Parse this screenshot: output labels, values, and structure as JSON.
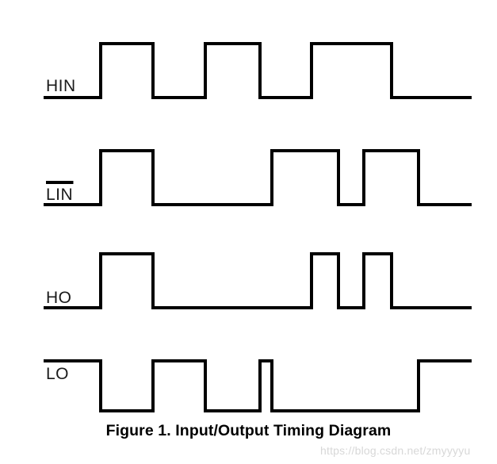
{
  "figure": {
    "caption": "Figure 1. Input/Output Timing Diagram",
    "watermark": "https://blog.csdn.net/zmyyyyu"
  },
  "chart_data": {
    "type": "line",
    "title": "Figure 1. Input/Output Timing Diagram",
    "xlabel": "",
    "ylabel": "",
    "grid": false,
    "legend_position": "left-inline-labels",
    "x_range": [
      55,
      595
    ],
    "note": "Digital timing waveform: each signal is a square wave defined by level segments in pixel-x coordinates. level 1 = logic high, 0 = logic low.",
    "signals": [
      {
        "name": "HIN",
        "label": "HIN",
        "overbar": false,
        "label_x": 58,
        "label_y": 115,
        "y_high": 55,
        "y_low": 123,
        "start_level": 0,
        "transitions": [
          127,
          193,
          259,
          328,
          393,
          494
        ],
        "levels": [
          0,
          1,
          0,
          1,
          0,
          1,
          0
        ]
      },
      {
        "name": "LIN",
        "label": "LIN",
        "overbar": true,
        "label_x": 58,
        "label_y": 252,
        "y_high": 190,
        "y_low": 258,
        "start_level": 0,
        "transitions": [
          127,
          193,
          343,
          427,
          459,
          528
        ],
        "levels": [
          0,
          1,
          0,
          1,
          0,
          1,
          0
        ]
      },
      {
        "name": "HO",
        "label": "HO",
        "overbar": false,
        "label_x": 58,
        "label_y": 382,
        "y_high": 320,
        "y_low": 388,
        "start_level": 0,
        "transitions": [
          127,
          193,
          393,
          427,
          459,
          494
        ],
        "levels": [
          0,
          1,
          0,
          1,
          0,
          1,
          0
        ]
      },
      {
        "name": "LO",
        "label": "LO",
        "overbar": false,
        "label_x": 58,
        "label_y": 478,
        "y_high": 455,
        "y_low": 518,
        "start_level": 1,
        "transitions": [
          127,
          193,
          259,
          328,
          343,
          528
        ],
        "levels": [
          1,
          0,
          1,
          0,
          1,
          0,
          1
        ]
      }
    ]
  }
}
